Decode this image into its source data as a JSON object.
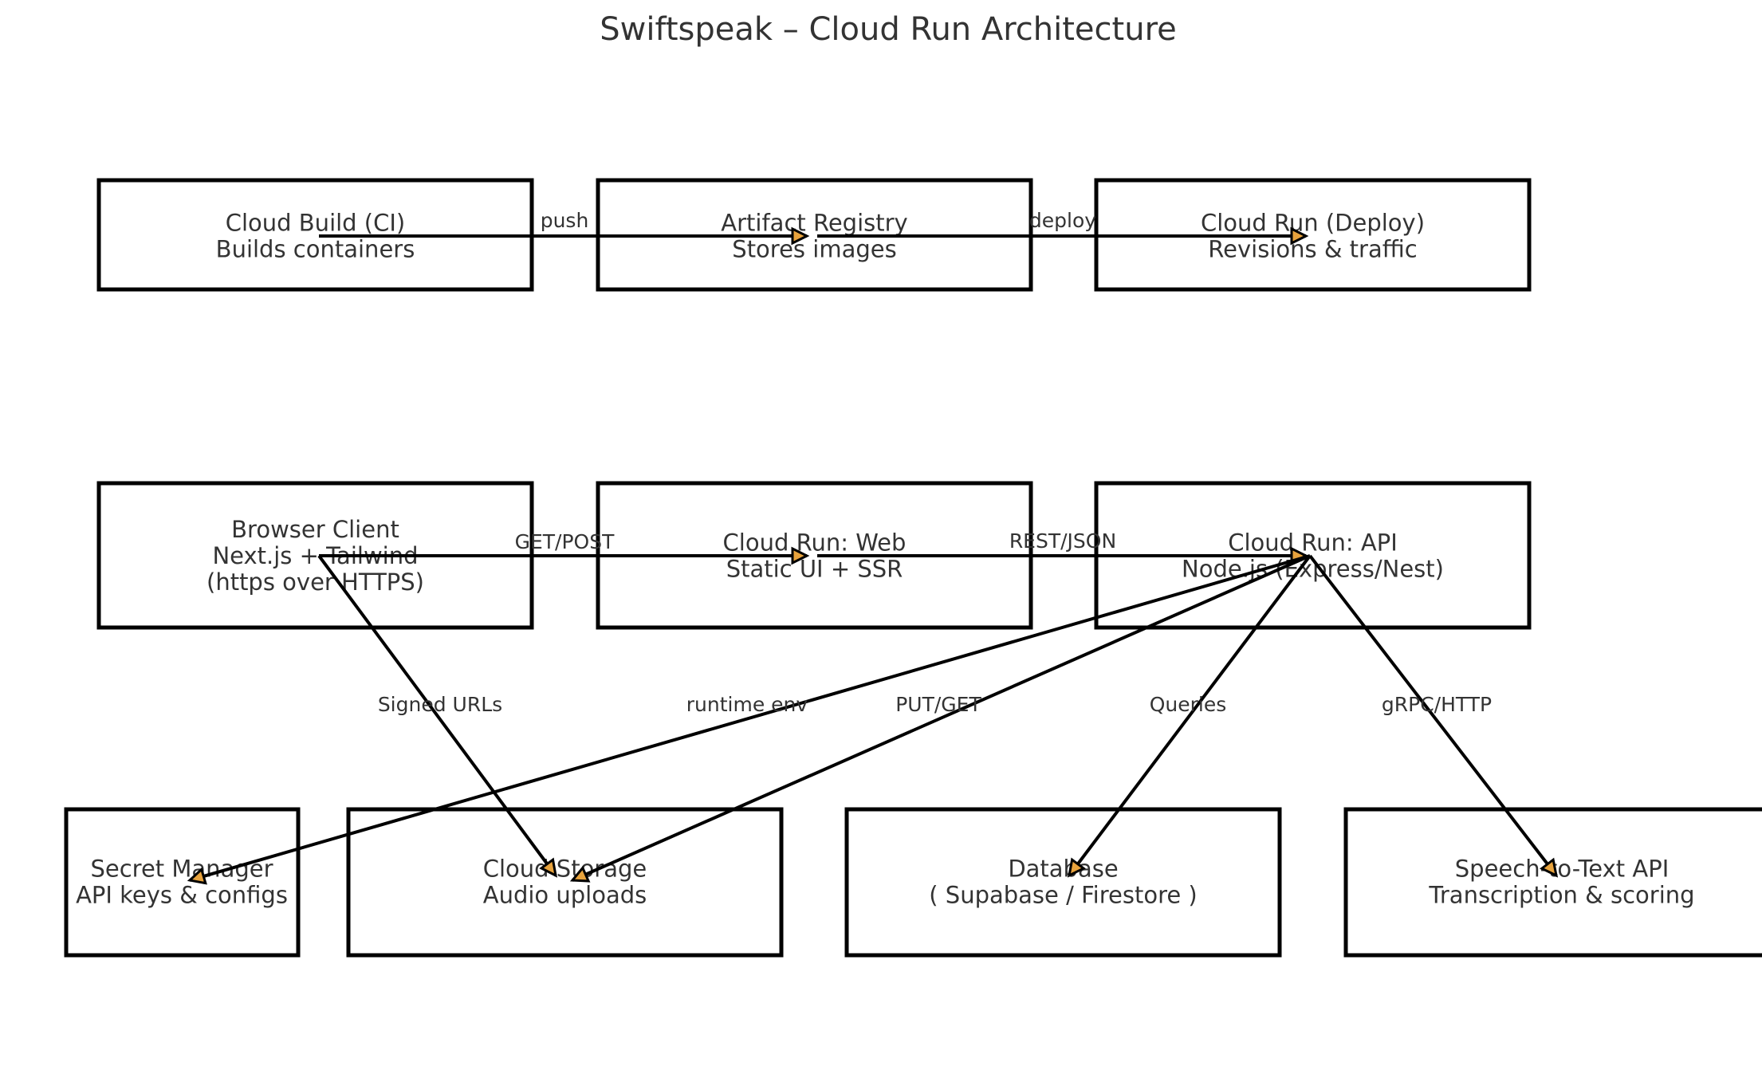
{
  "title": "Swiftspeak – Cloud Run Architecture",
  "colors": {
    "box_border": "#000000",
    "text": "#333333",
    "arrow_line": "#000000",
    "arrow_head": "#e8a33d",
    "background": "#ffffff"
  },
  "nodes": {
    "cloud_build": {
      "lines": [
        "Cloud Build (CI)",
        "Builds containers"
      ]
    },
    "artifact_registry": {
      "lines": [
        "Artifact Registry",
        "Stores images"
      ]
    },
    "cloud_run_deploy": {
      "lines": [
        "Cloud Run (Deploy)",
        "Revisions & traffic"
      ]
    },
    "browser_client": {
      "lines": [
        "Browser Client",
        "Next.js + Tailwind",
        "(https over HTTPS)"
      ]
    },
    "cloud_run_web": {
      "lines": [
        "Cloud Run: Web",
        "Static UI + SSR"
      ]
    },
    "cloud_run_api": {
      "lines": [
        "Cloud Run: API",
        "Node.js (Express/Nest)"
      ]
    },
    "secret_manager": {
      "lines": [
        "Secret Manager",
        "API keys & configs"
      ]
    },
    "cloud_storage": {
      "lines": [
        "Cloud Storage",
        "Audio uploads"
      ]
    },
    "database": {
      "lines": [
        "Database",
        "( Supabase / Firestore )"
      ]
    },
    "speech_to_text": {
      "lines": [
        "Speech-to-Text API",
        "Transcription & scoring"
      ]
    }
  },
  "edges": [
    {
      "from": "cloud_build",
      "to": "artifact_registry",
      "label": "push"
    },
    {
      "from": "artifact_registry",
      "to": "cloud_run_deploy",
      "label": "deploy"
    },
    {
      "from": "browser_client",
      "to": "cloud_run_web",
      "label": "GET/POST"
    },
    {
      "from": "cloud_run_web",
      "to": "cloud_run_api",
      "label": "REST/JSON"
    },
    {
      "from": "browser_client",
      "to": "cloud_storage",
      "label": "Signed URLs"
    },
    {
      "from": "cloud_run_api",
      "to": "secret_manager",
      "label": "runtime env"
    },
    {
      "from": "cloud_run_api",
      "to": "cloud_storage",
      "label": "PUT/GET"
    },
    {
      "from": "cloud_run_api",
      "to": "database",
      "label": "Queries"
    },
    {
      "from": "cloud_run_api",
      "to": "speech_to_text",
      "label": "gRPC/HTTP"
    }
  ]
}
